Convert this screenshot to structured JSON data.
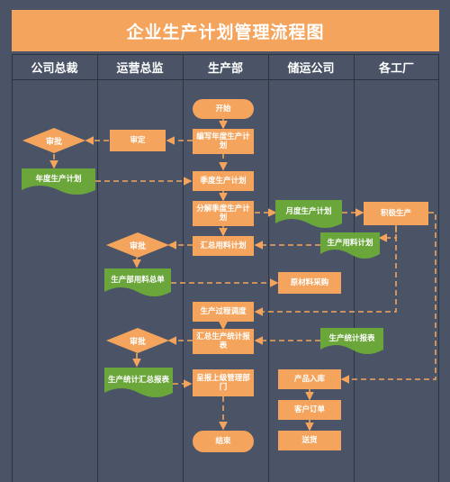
{
  "title": "企业生产计划管理流程图",
  "columns": [
    "公司总裁",
    "运营总监",
    "生产部",
    "储运公司",
    "各工厂"
  ],
  "nodes": {
    "start": "开始",
    "approve1": "审批",
    "review": "审定",
    "compile_annual": "编写年度生产计划",
    "annual_plan": "年度生产计划",
    "quarterly_plan": "季度生产计划",
    "split_quarterly": "分解季度生产计划",
    "monthly_plan": "月度生产计划",
    "organize_production": "积极生产",
    "approve2": "审批",
    "summarize_materials": "汇总用料计划",
    "material_plan": "生产用料计划",
    "dept_material_summary": "生产部用料总单",
    "raw_purchase": "原材料采购",
    "process_scheduling": "生产过程调度",
    "approve3": "审批",
    "summarize_stat": "汇总生产统计报表",
    "stat_report": "生产统计报表",
    "stat_summary": "生产统计汇总报表",
    "submit_mgmt": "呈报上级管理部门",
    "warehousing": "产品入库",
    "customer_order": "客户订单",
    "shipping": "送货",
    "end": "结束"
  },
  "colors": {
    "background": "#4a5466",
    "orange": "#f4a45c",
    "green": "#6aa63a",
    "arrow": "#f4a45c"
  }
}
